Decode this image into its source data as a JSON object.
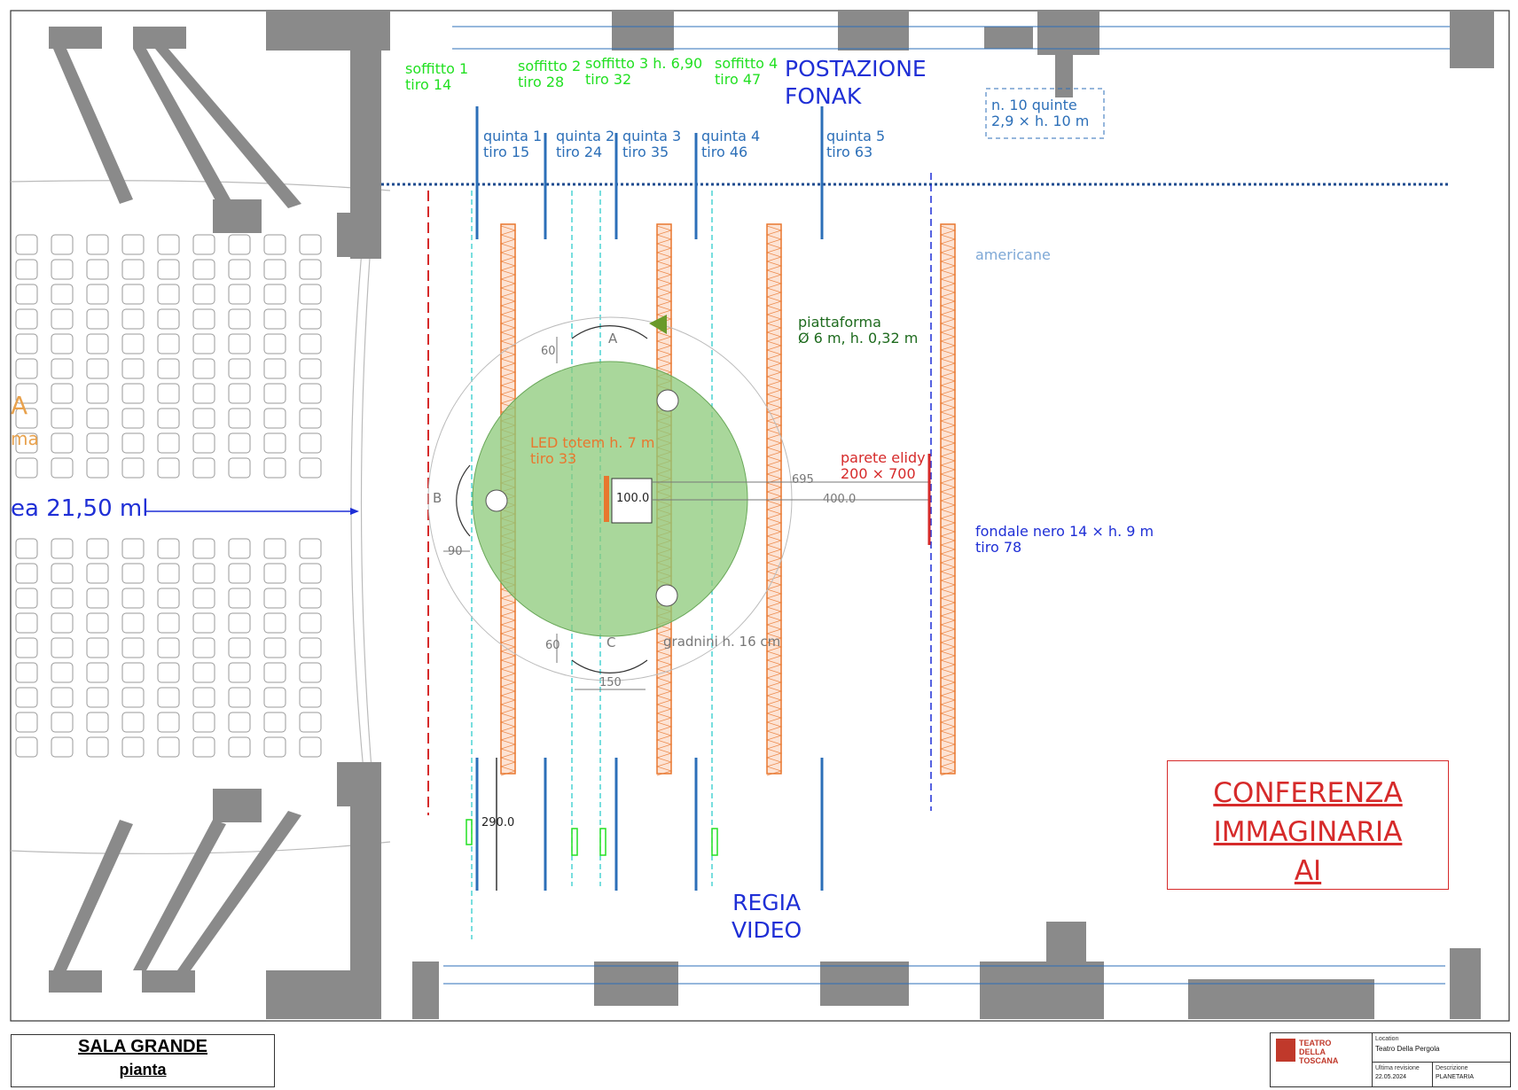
{
  "title_box": {
    "line1": "SALA GRANDE",
    "line2": "pianta"
  },
  "conference_box": {
    "lines": [
      "CONFERENZA",
      "IMMAGINARIA",
      "AI"
    ]
  },
  "stage_labels": {
    "postazione": "POSTAZIONE\nFONAK",
    "regia": "REGIA\nVIDEO",
    "quinte_note": "n. 10 quinte\n2,9 × h. 10 m",
    "americane": "americane",
    "piattaforma": "piattaforma\nØ 6 m, h. 0,32 m",
    "led_totem": "LED totem h. 7 m\ntiro 33",
    "parete": "parete elidy\n200 × 700",
    "fondale": "fondale nero 14 × h. 9 m\ntiro 78",
    "gradnini": "gradnini h. 16 cm",
    "sala_length": "ea 21,50 ml",
    "left_partial_a": "A",
    "left_partial_ma": "ma"
  },
  "soffitti": [
    {
      "label": "soffitto 1\ntiro 14"
    },
    {
      "label": "soffitto 2\ntiro 28"
    },
    {
      "label": "soffitto 3 h. 6,90\ntiro 32"
    },
    {
      "label": "soffitto 4\ntiro 47"
    }
  ],
  "quinte": [
    {
      "label": "quinta 1\ntiro 15"
    },
    {
      "label": "quinta 2\ntiro 24"
    },
    {
      "label": "quinta 3\ntiro 35"
    },
    {
      "label": "quinta 4\ntiro 46"
    },
    {
      "label": "quinta 5\ntiro 63"
    }
  ],
  "dimensions": {
    "d60a": "60",
    "d60c": "60",
    "d90": "90",
    "d150": "150",
    "d695": "695",
    "d400": "400.0",
    "d100": "100.0",
    "d290": "290.0",
    "letter_a": "A",
    "letter_b": "B",
    "letter_c": "C"
  },
  "title_block": {
    "logo_text": "TEATRO DELLA TOSCANA",
    "location_caption": "Location",
    "location": "Teatro Della Pergola",
    "date_caption": "Ultima revisione",
    "date": "22.05.2024",
    "sheet_caption": "Descrizione",
    "sheet": "PLANETARIA"
  },
  "colors": {
    "wall": "#8a8a8a",
    "truss": "#e8772e",
    "platform": "#8cc97a",
    "blue_text": "#1f2fd6",
    "steel_text": "#2c6fb8",
    "green_text": "#22e022",
    "red": "#d62a2a",
    "dark_green": "#1e6b1e",
    "orange_text": "#e8772e"
  }
}
